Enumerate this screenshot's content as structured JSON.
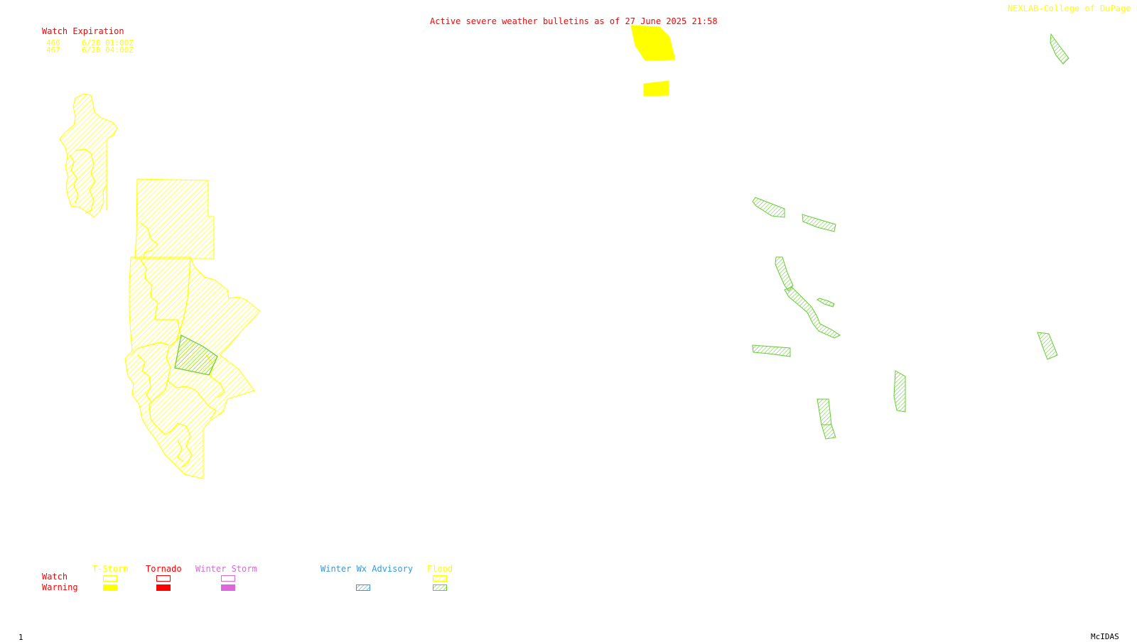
{
  "header": {
    "title": "Active severe weather bulletins as of 27 June 2025 21:58",
    "credit": "NEXLAB-College of DuPage E"
  },
  "watch_expiration": {
    "heading": "Watch Expiration",
    "rows": [
      {
        "id": "466",
        "expires": "6/28 01:00Z"
      },
      {
        "id": "467",
        "expires": "6/28 04:00Z"
      }
    ]
  },
  "legend": {
    "row_labels": {
      "watch": "Watch",
      "warning": "Warning"
    },
    "columns": [
      {
        "label": "T-Storm",
        "color": "#ffff00",
        "watch_style": "outline",
        "warning_style": "solid"
      },
      {
        "label": "Tornado",
        "color": "#ff0000",
        "watch_style": "outline",
        "warning_style": "solid"
      },
      {
        "label": "Winter Storm",
        "color": "#dd66dd",
        "watch_style": "outline",
        "warning_style": "solid"
      },
      {
        "label": "Winter Wx Advisory",
        "color": "#3399dd",
        "watch_style": "none",
        "warning_style": "hatched"
      },
      {
        "label": "Flood",
        "color": "#ffff00",
        "warning_color": "#66cc33",
        "watch_style": "hatched",
        "warning_style": "hatched"
      }
    ]
  },
  "footer": {
    "frame_number": "1",
    "software": "McIDAS"
  },
  "colors": {
    "tstorm_watch": "#ffff00",
    "tstorm_warning": "#ffff00",
    "flood_warning": "#66cc33",
    "title_red": "#ff0000"
  }
}
